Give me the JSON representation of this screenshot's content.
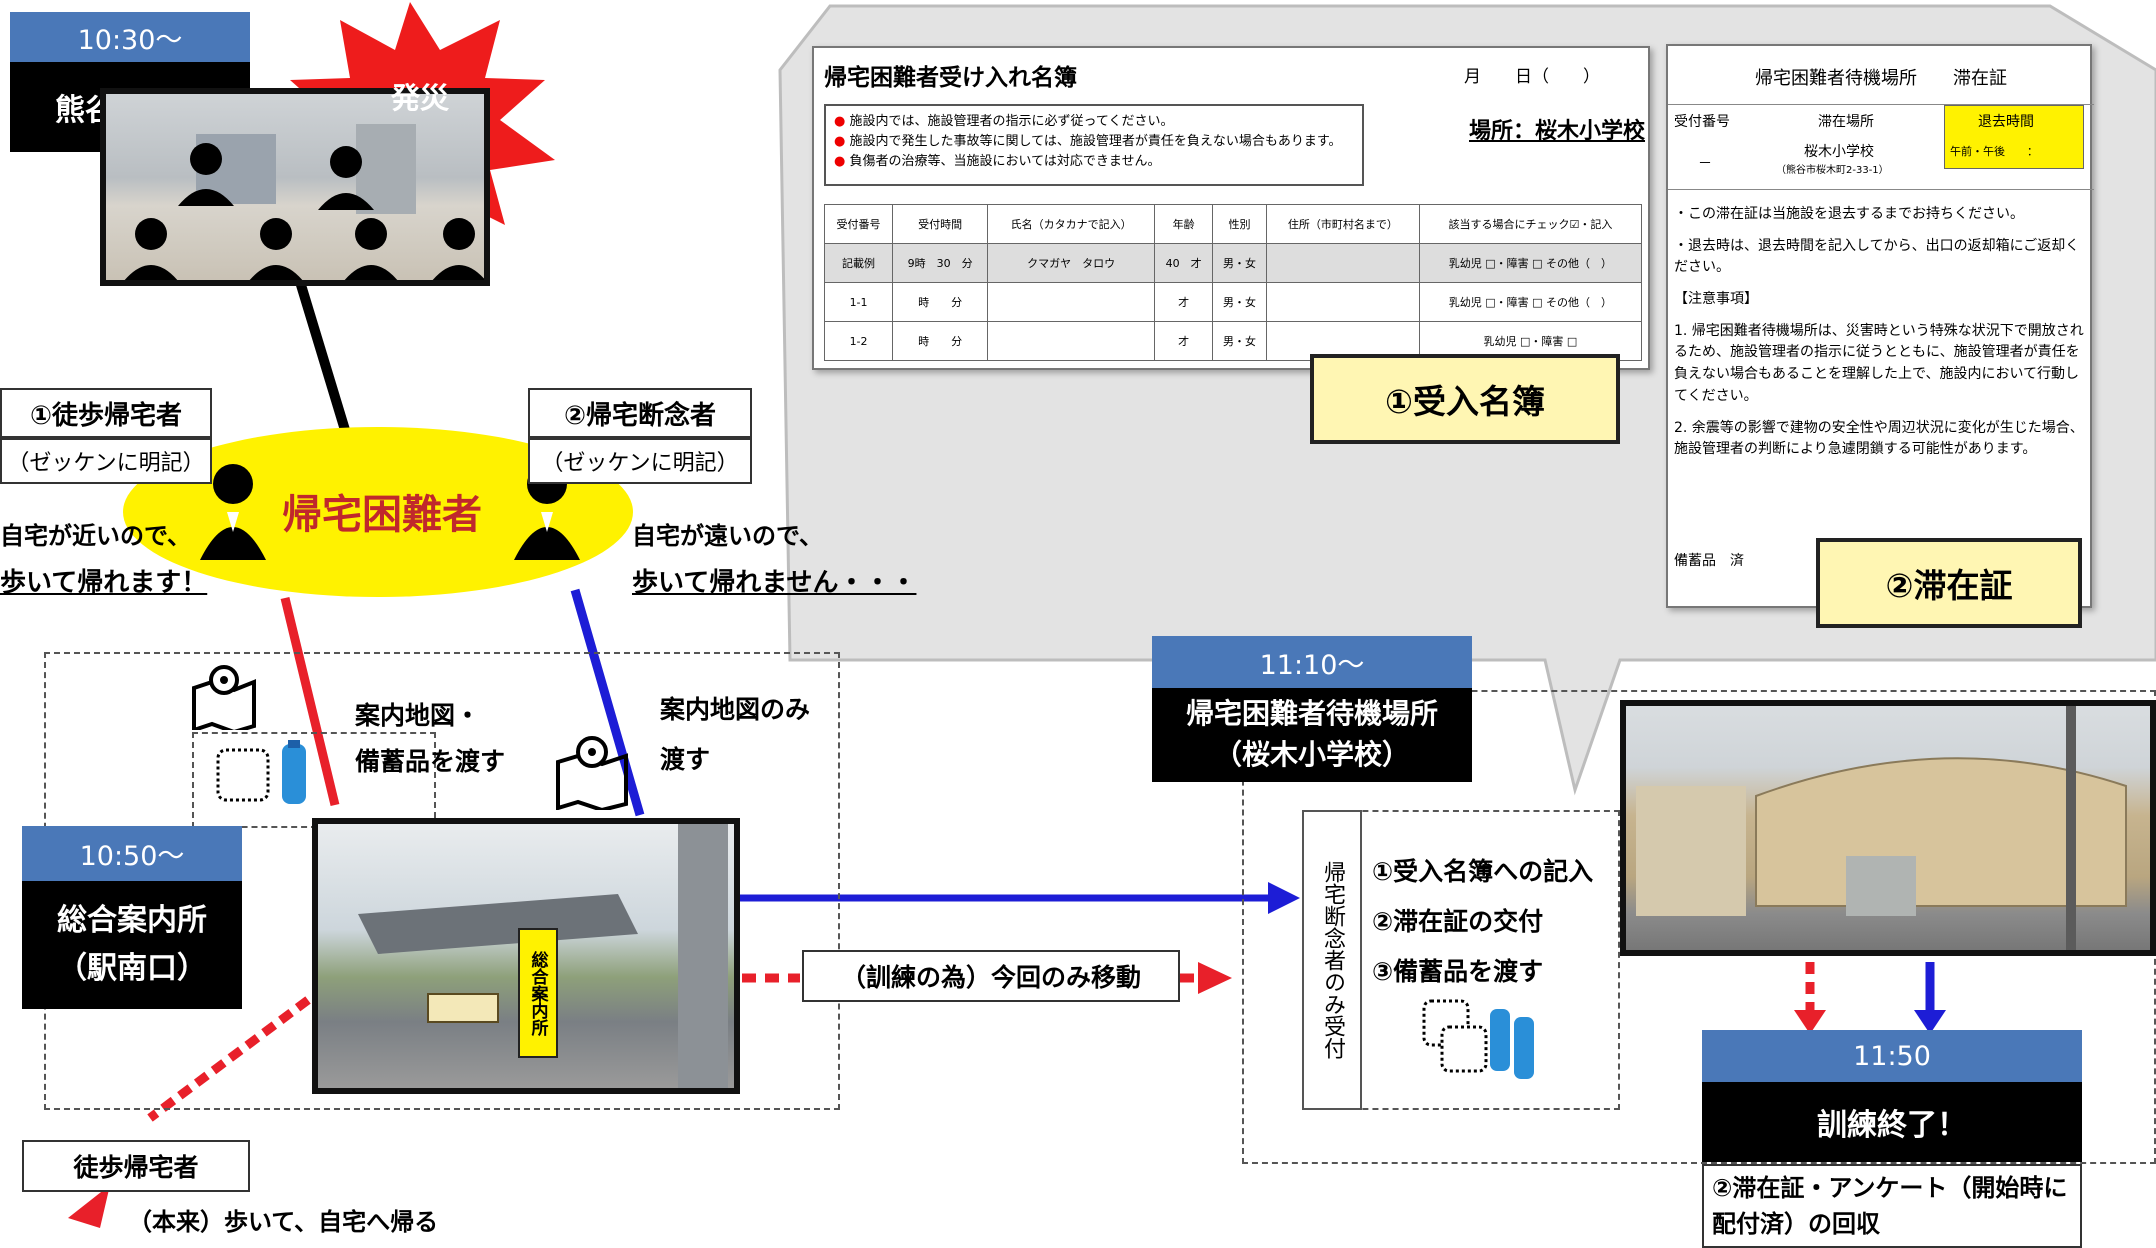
{
  "colors": {
    "header_blue": "#4a78b8",
    "yellow": "#fff200",
    "red_line": "#e8202a",
    "blue_line": "#1d1dd6",
    "burst_red": "#ee1c1c"
  },
  "station": {
    "time": "10:30〜",
    "place": "熊谷駅構内",
    "burst": "発災"
  },
  "center": {
    "label": "帰宅困難者"
  },
  "walker": {
    "title": "①徒歩帰宅者",
    "note": "（ゼッケンに明記）",
    "desc1": "自宅が近いので、",
    "desc2": "歩いて帰れます！"
  },
  "stuck": {
    "title": "②帰宅断念者",
    "note": "（ゼッケンに明記）",
    "desc1": "自宅が遠いので、",
    "desc2": "歩いて帰れません・・・"
  },
  "handout": {
    "walker1": "案内地図・",
    "walker2": "備蓄品を渡す",
    "stuck1": "案内地図のみ",
    "stuck2": "渡す"
  },
  "info": {
    "time": "10:50〜",
    "place1": "総合案内所",
    "place2": "（駅南口）",
    "sign": "総合案内所"
  },
  "move": {
    "label": "（訓練の為）今回のみ移動"
  },
  "walkhome": {
    "title": "徒歩帰宅者",
    "desc": "（本来）歩いて、自宅へ帰る"
  },
  "shelter": {
    "time": "11:10〜",
    "place1": "帰宅困難者待機場所",
    "place2": "（桜木小学校）",
    "vertical": "帰宅断念者のみ受付",
    "step1": "①受入名簿への記入",
    "step2": "②滞在証の交付",
    "step3": "③備蓄品を渡す"
  },
  "end": {
    "time": "11:50",
    "label": "訓練終了！",
    "note1": "②滞在証・アンケート（開始時に",
    "note2": "配付済）の回収"
  },
  "register": {
    "title": "帰宅困難者受け入れ名簿",
    "date": "月　　日（　　）",
    "place": "場所：桜木小学校",
    "rules": [
      "施設内では、施設管理者の指示に必ず従ってください。",
      "施設内で発生した事故等に関しては、施設管理者が責任を負えない場合もあります。",
      "負傷者の治療等、当施設においては対応できません。"
    ],
    "headers": [
      "受付番号",
      "受付時間",
      "氏名（カタカナで記入）",
      "年齢",
      "性別",
      "住所（市町村名まで）",
      "該当する場合にチェック☑・記入"
    ],
    "rows": [
      [
        "記載例",
        "9時　30　分",
        "クマガヤ　タロウ",
        "40　才",
        "男・女",
        "",
        "乳幼児 □・障害 □ その他（　）"
      ],
      [
        "1-1",
        "時　　分",
        "",
        "才",
        "男・女",
        "",
        "乳幼児 □・障害 □ その他（　）"
      ],
      [
        "1-2",
        "時　　分",
        "",
        "才",
        "男・女",
        "",
        "乳幼児 □・障害 □"
      ]
    ],
    "tag": "①受入名簿"
  },
  "permit": {
    "title": "帰宅困難者待機場所　　滞在証",
    "h1": "受付番号",
    "h2": "滞在場所",
    "h3": "退去時間",
    "v1": "－",
    "v2": "桜木小学校",
    "v2b": "（熊谷市桜木町2-33-1）",
    "v3": "午前・午後　　：",
    "l1": "・この滞在証は当施設を退去するまでお持ちください。",
    "l2": "・退去時は、退去時間を記入してから、出口の返却箱にご返却ください。",
    "l3": "【注意事項】",
    "l4": "1. 帰宅困難者待機場所は、災害時という特殊な状況下で開放されるため、施設管理者の指示に従うとともに、施設管理者が責任を負えない場合もあることを理解した上で、施設内において行動してください。",
    "l5": "2. 余震等の影響で建物の安全性や周辺状況に変化が生じた場合、施設管理者の判断により急遽閉鎖する可能性があります。",
    "l6": "備蓄品　済",
    "tag": "②滞在証"
  }
}
